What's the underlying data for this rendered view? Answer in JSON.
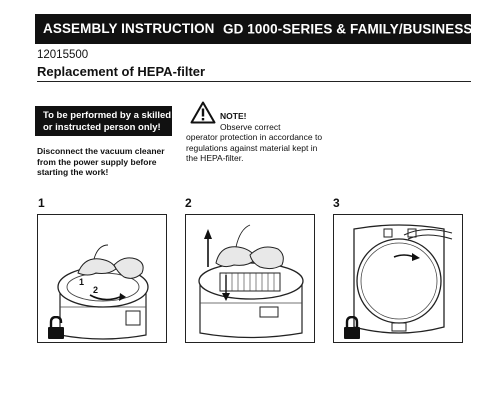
{
  "header": {
    "left_title": "ASSEMBLY INSTRUCTION",
    "right_title": "GD 1000-SERIES & FAMILY/BUSINESS",
    "trademark": "™"
  },
  "doc": {
    "number": "12015500",
    "title": "Replacement of HEPA-filter"
  },
  "skilled_notice": {
    "line1": "To be performed by a skilled",
    "line2": "or instructed person only!"
  },
  "disconnect_notice": {
    "line1": "Disconnect the vacuum cleaner",
    "line2": "from the power supply before",
    "line3": "starting the work!"
  },
  "note": {
    "label": "NOTE!",
    "line1_rest": " Observe correct",
    "line2": "operator protection in accordance to",
    "line3": "regulations against material kept in",
    "line4": "the HEPA-filter."
  },
  "steps": [
    {
      "number": "1",
      "labels": [
        "1",
        "2"
      ],
      "icon": "unlocked-padlock-icon"
    },
    {
      "number": "2",
      "icon": "none"
    },
    {
      "number": "3",
      "icon": "locked-padlock-icon"
    }
  ]
}
